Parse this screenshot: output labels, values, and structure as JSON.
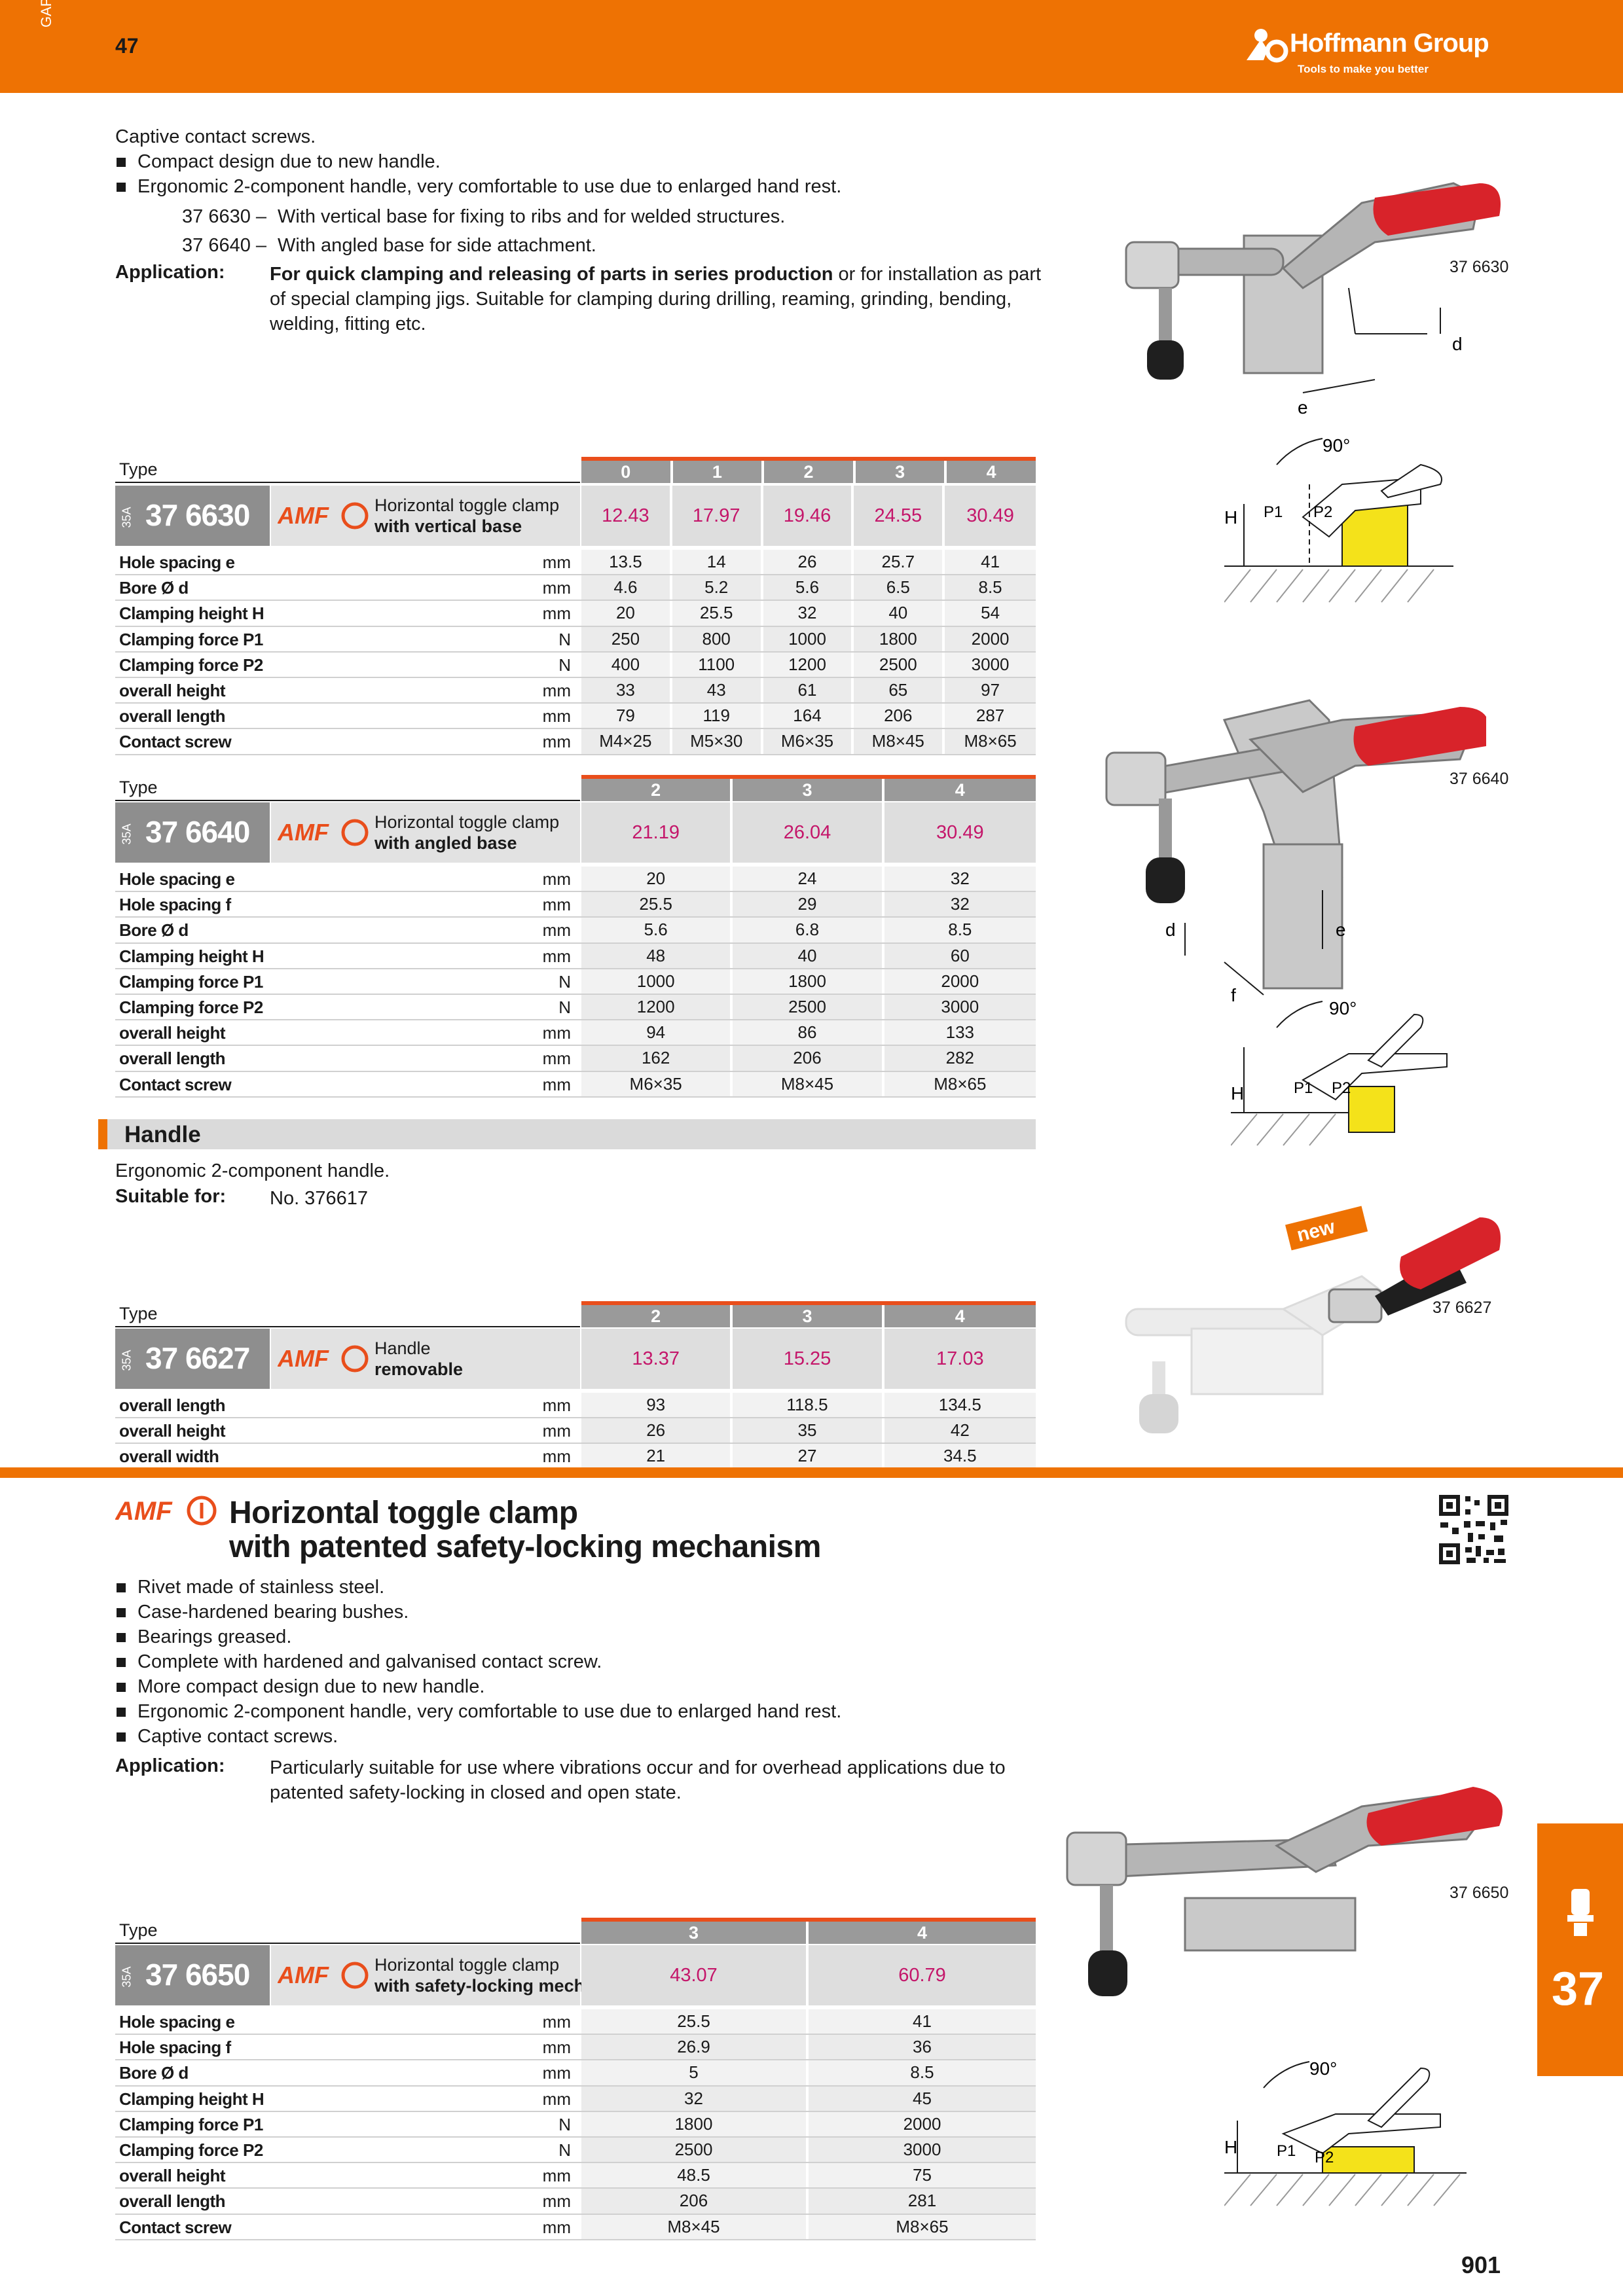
{
  "header": {
    "category": "GAP",
    "page_ref": "47",
    "brand": "Hoffmann Group",
    "tagline": "Tools to make you better"
  },
  "colors": {
    "accent": "#ee7203",
    "price": "#c4166a",
    "gray_head": "#8e8e8e"
  },
  "intro": {
    "first_line": "Captive contact screws.",
    "bullets": [
      "Compact design due to new handle.",
      "Ergonomic 2-component handle, very comfortable to use due to enlarged hand rest."
    ],
    "sublines": [
      {
        "code": "37 6630 –",
        "text": "With vertical base for fixing to ribs and  for welded structures."
      },
      {
        "code": "37 6640 –",
        "text": "With angled base for side attachment."
      }
    ],
    "app_label": "Application:",
    "app_bold": "For quick clamping and releasing of parts in series production",
    "app_rest": " or for installation as part of special clamping jigs. Suitable for clamping during drilling, reaming,  grinding, bending, welding, fitting etc."
  },
  "brand_mark": "AMF",
  "image_labels": {
    "img1": "37 6630",
    "img2": "37 6640",
    "img3": "37 6627",
    "img4": "37 6650",
    "new_badge": "new",
    "dim_d": "d",
    "dim_e": "e",
    "dim_f": "f",
    "dim_H": "H",
    "dim_p1": "P1",
    "dim_p2": "P2",
    "angle": "90°"
  },
  "table1": {
    "type_label": "Type",
    "prefix": "35A",
    "number": "37 6630",
    "desc_line1": "Horizontal toggle clamp",
    "desc_line2": "with vertical base",
    "sizes": [
      "0",
      "1",
      "2",
      "3",
      "4"
    ],
    "prices": [
      "12.43",
      "17.97",
      "19.46",
      "24.55",
      "30.49"
    ],
    "rows": [
      {
        "label": "Hole spacing e",
        "unit": "mm",
        "values": [
          "13.5",
          "14",
          "26",
          "25.7",
          "41"
        ]
      },
      {
        "label": "Bore Ø d",
        "unit": "mm",
        "values": [
          "4.6",
          "5.2",
          "5.6",
          "6.5",
          "8.5"
        ]
      },
      {
        "label": "Clamping height H",
        "unit": "mm",
        "values": [
          "20",
          "25.5",
          "32",
          "40",
          "54"
        ]
      },
      {
        "label": "Clamping force P1",
        "unit": "N",
        "values": [
          "250",
          "800",
          "1000",
          "1800",
          "2000"
        ]
      },
      {
        "label": "Clamping force P2",
        "unit": "N",
        "values": [
          "400",
          "1100",
          "1200",
          "2500",
          "3000"
        ]
      },
      {
        "label": "overall height",
        "unit": "mm",
        "values": [
          "33",
          "43",
          "61",
          "65",
          "97"
        ]
      },
      {
        "label": "overall length",
        "unit": "mm",
        "values": [
          "79",
          "119",
          "164",
          "206",
          "287"
        ]
      },
      {
        "label": "Contact screw",
        "unit": "mm",
        "values": [
          "M4×25",
          "M5×30",
          "M6×35",
          "M8×45",
          "M8×65"
        ]
      }
    ]
  },
  "table2": {
    "type_label": "Type",
    "prefix": "35A",
    "number": "37 6640",
    "desc_line1": "Horizontal toggle clamp",
    "desc_line2": "with angled base",
    "sizes": [
      "2",
      "3",
      "4"
    ],
    "prices": [
      "21.19",
      "26.04",
      "30.49"
    ],
    "rows": [
      {
        "label": "Hole spacing e",
        "unit": "mm",
        "values": [
          "20",
          "24",
          "32"
        ]
      },
      {
        "label": "Hole spacing f",
        "unit": "mm",
        "values": [
          "25.5",
          "29",
          "32"
        ]
      },
      {
        "label": "Bore Ø d",
        "unit": "mm",
        "values": [
          "5.6",
          "6.8",
          "8.5"
        ]
      },
      {
        "label": "Clamping height H",
        "unit": "mm",
        "values": [
          "48",
          "40",
          "60"
        ]
      },
      {
        "label": "Clamping force P1",
        "unit": "N",
        "values": [
          "1000",
          "1800",
          "2000"
        ]
      },
      {
        "label": "Clamping force P2",
        "unit": "N",
        "values": [
          "1200",
          "2500",
          "3000"
        ]
      },
      {
        "label": "overall height",
        "unit": "mm",
        "values": [
          "94",
          "86",
          "133"
        ]
      },
      {
        "label": "overall length",
        "unit": "mm",
        "values": [
          "162",
          "206",
          "282"
        ]
      },
      {
        "label": "Contact screw",
        "unit": "mm",
        "values": [
          "M6×35",
          "M8×45",
          "M8×65"
        ]
      }
    ]
  },
  "handle_section": {
    "title": "Handle",
    "desc": "Ergonomic 2-component handle.",
    "suitable_label": "Suitable for:",
    "suitable_value": "No. 376617"
  },
  "table3": {
    "type_label": "Type",
    "prefix": "35A",
    "number": "37 6627",
    "desc_line1": "Handle",
    "desc_line2": "removable",
    "sizes": [
      "2",
      "3",
      "4"
    ],
    "prices": [
      "13.37",
      "15.25",
      "17.03"
    ],
    "rows": [
      {
        "label": "overall length",
        "unit": "mm",
        "values": [
          "93",
          "118.5",
          "134.5"
        ]
      },
      {
        "label": "overall height",
        "unit": "mm",
        "values": [
          "26",
          "35",
          "42"
        ]
      },
      {
        "label": "overall width",
        "unit": "mm",
        "values": [
          "21",
          "27",
          "34.5"
        ]
      }
    ]
  },
  "section2": {
    "title_line1": "Horizontal toggle clamp",
    "title_line2": "with patented safety-locking mechanism",
    "bullets": [
      "Rivet made of stainless steel.",
      "Case-hardened bearing bushes.",
      "Bearings greased.",
      "Complete with hardened and galvanised contact screw.",
      "More compact design due to new handle.",
      "Ergonomic 2-component handle, very comfortable  to use due to enlarged hand rest.",
      "Captive contact screws."
    ],
    "app_label": "Application:",
    "app_text": "Particularly suitable for use where vibrations occur  and for overhead applications due to patented  safety-locking in closed and open state."
  },
  "table4": {
    "type_label": "Type",
    "prefix": "35A",
    "number": "37 6650",
    "desc_line1": "Horizontal toggle clamp",
    "desc_line2": "with safety-locking mechanism",
    "sizes": [
      "3",
      "4"
    ],
    "prices": [
      "43.07",
      "60.79"
    ],
    "rows": [
      {
        "label": "Hole spacing e",
        "unit": "mm",
        "values": [
          "25.5",
          "41"
        ]
      },
      {
        "label": "Hole spacing f",
        "unit": "mm",
        "values": [
          "26.9",
          "36"
        ]
      },
      {
        "label": "Bore Ø d",
        "unit": "mm",
        "values": [
          "5",
          "8.5"
        ]
      },
      {
        "label": "Clamping height H",
        "unit": "mm",
        "values": [
          "32",
          "45"
        ]
      },
      {
        "label": "Clamping force P1",
        "unit": "N",
        "values": [
          "1800",
          "2000"
        ]
      },
      {
        "label": "Clamping force P2",
        "unit": "N",
        "values": [
          "2500",
          "3000"
        ]
      },
      {
        "label": "overall height",
        "unit": "mm",
        "values": [
          "48.5",
          "75"
        ]
      },
      {
        "label": "overall length",
        "unit": "mm",
        "values": [
          "206",
          "281"
        ]
      },
      {
        "label": "Contact screw",
        "unit": "mm",
        "values": [
          "M8×45",
          "M8×65"
        ]
      }
    ]
  },
  "side_tab": "37",
  "page_number": "901"
}
